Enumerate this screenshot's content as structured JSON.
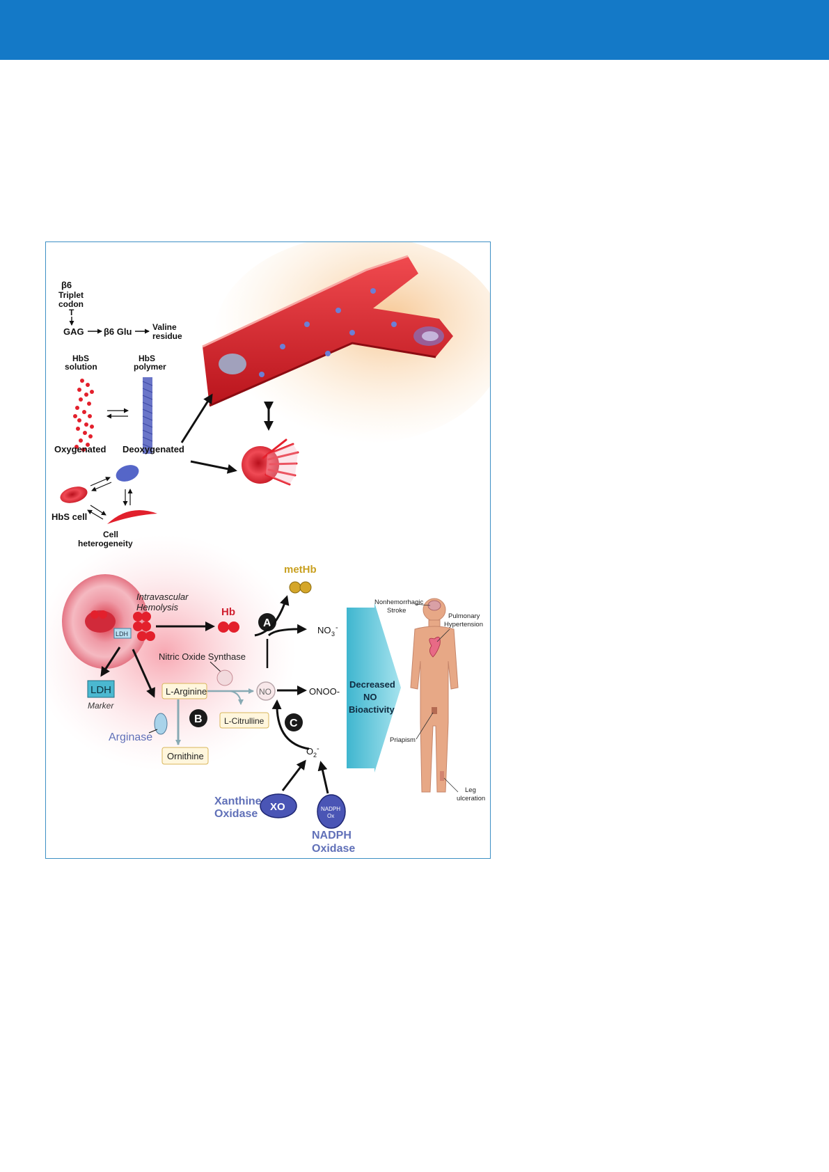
{
  "colors": {
    "header": "#1479c7",
    "frame_border": "#3c8fc4",
    "rbc_red": "#e0202c",
    "deoxy_blue": "#5566c8",
    "metHb_gold": "#c9a020",
    "arrow_cyan": "#5fc6d9",
    "ldh_box": "#4bb8d0",
    "label_blue": "#6070b8",
    "body_skin": "#e7a886"
  },
  "top_panel": {
    "codon": {
      "beta6": "β6",
      "triplet": "Triplet",
      "codon": "codon",
      "t": "T",
      "gag": "GAG",
      "glu": "β6 Glu",
      "valine": "Valine",
      "residue": "residue"
    },
    "hbs_solution_1": "HbS",
    "hbs_solution_2": "solution",
    "hbs_polymer_1": "HbS",
    "hbs_polymer_2": "polymer",
    "oxygenated": "Oxygenated",
    "deoxygenated": "Deoxygenated",
    "hbs_cell": "HbS cell",
    "cell_heterogeneity_1": "Cell",
    "cell_heterogeneity_2": "heterogeneity"
  },
  "bottom_panel": {
    "intravascular_1": "Intravascular",
    "intravascular_2": "Hemolysis",
    "ldh_tag": "LDH",
    "hb": "Hb",
    "methb": "metHb",
    "step_a": "A",
    "step_b": "B",
    "step_c": "C",
    "no3": "NO",
    "no3_sub": "3",
    "no3_sup": "-",
    "nos": "Nitric Oxide Synthase",
    "l_arginine": "L-Arginine",
    "no": "NO",
    "onoo": "ONOO-",
    "ldh_box": "LDH",
    "marker": "Marker",
    "arginase": "Arginase",
    "l_citrulline": "L-Citrulline",
    "ornithine": "Ornithine",
    "o2": "O",
    "o2_sub": "2",
    "o2_sup": "-",
    "xanthine_1": "Xanthine",
    "xanthine_2": "Oxidase",
    "xo": "XO",
    "nadph_ox_1": "NADPH",
    "nadph_ox_2": "Ox",
    "nadph_1": "NADPH",
    "nadph_2": "Oxidase",
    "decreased_1": "Decreased",
    "decreased_2": "NO",
    "decreased_3": "Bioactivity",
    "stroke_1": "Nonhemorrhagic",
    "stroke_2": "Stroke",
    "pulm_1": "Pulmonary",
    "pulm_2": "Hypertension",
    "priapism": "Priapism",
    "leg_1": "Leg",
    "leg_2": "ulceration"
  }
}
